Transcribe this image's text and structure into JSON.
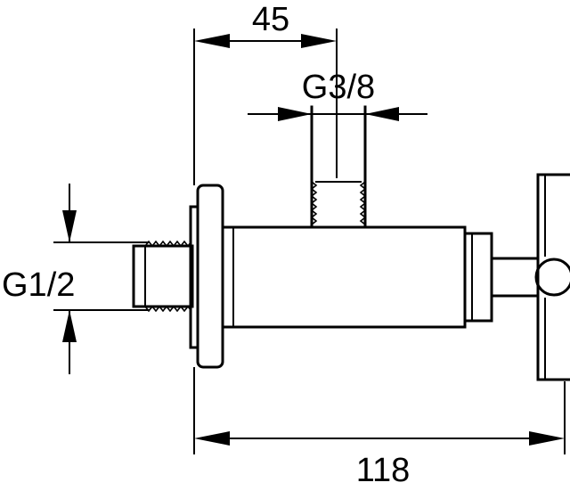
{
  "dimensions": {
    "overall_length": "118",
    "outlet_offset": "45",
    "outlet_thread": "G3/8",
    "inlet_thread": "G1/2"
  },
  "colors": {
    "line": "#000000",
    "background": "#ffffff"
  }
}
